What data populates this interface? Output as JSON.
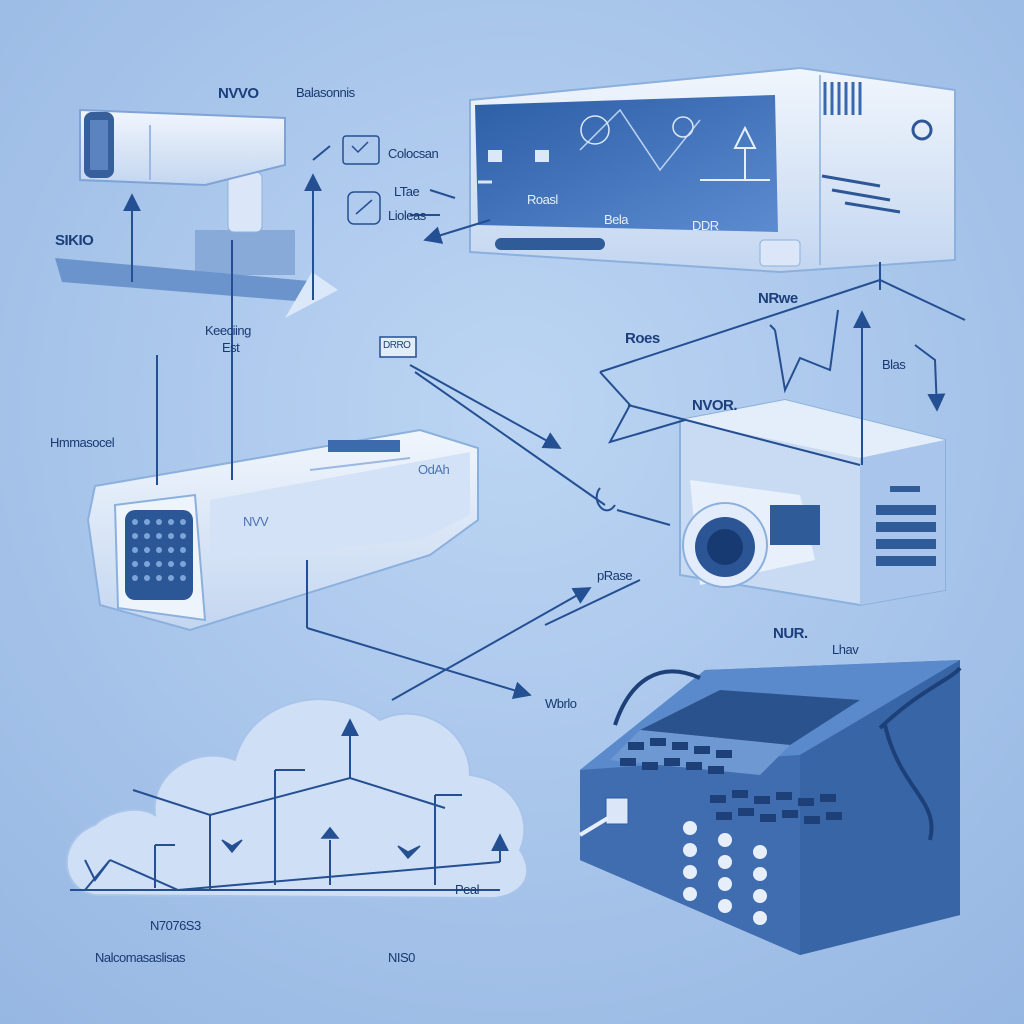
{
  "labels": {
    "top_nvr": "NVVO",
    "top_right_small": "Balasonnis",
    "left_sigo": "SIKIO",
    "cloud_mid": "Colocsan",
    "ltae": "LTae",
    "lioleas": "Lioleas",
    "heading_mid": "Keeciing",
    "heading_mid_2": "Est",
    "left_long": "Hmmasocel",
    "small_tag": "DRRO",
    "nrpe": "NRwe",
    "roes": "Roes",
    "nvor": "NVOR.",
    "right_blas": "Blas",
    "panel_label_1": "Roasl",
    "panel_label_2": "Bela",
    "panel_label_3": "DDR",
    "pbase": "pRase",
    "nur": "NUR.",
    "right_hav": "Lhav",
    "mid_wbrlo": "Wbrlo",
    "cam_label": "NVV",
    "cam_brand": "OdAh",
    "peal": "Peal",
    "bottom_code": "N7076S3",
    "bottom_long": "Nalcomasaslisas",
    "bottom_right": "NIS0"
  },
  "colors": {
    "background": "#a9c6ea",
    "line": "#244f92",
    "device_light": "#e3edfa",
    "device_mid": "#c7d9f2",
    "device_dark": "#3c6cb0",
    "panel": "#2f5c99"
  }
}
